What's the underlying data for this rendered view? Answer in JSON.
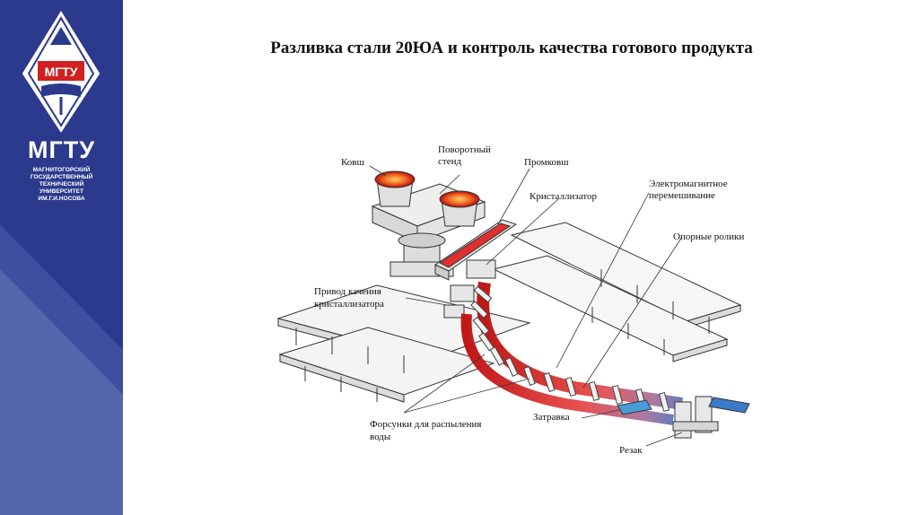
{
  "slide": {
    "title": "Разливка стали 20ЮА и контроль качества готового продукта"
  },
  "sidebar": {
    "abbreviation": "МГТУ",
    "emblem_text": "МГТУ",
    "university_name": [
      "МАГНИТОГОРСКИЙ",
      "ГОСУДАРСТВЕННЫЙ",
      "ТЕХНИЧЕСКИЙ",
      "УНИВЕРСИТЕТ",
      "ИМ.Г.И.НОСОВА"
    ],
    "colors": {
      "background": "#2b3a8c",
      "band": "#5566ad",
      "emblem_red": "#d02020"
    }
  },
  "diagram": {
    "labels": {
      "ladle": "Ковш",
      "turret_1": "Поворотный",
      "turret_2": "стенд",
      "tundish": "Промковш",
      "mold": "Кристаллизатор",
      "ems_1": "Электромагнитное",
      "ems_2": "перемешивание",
      "rollers": "Опорные ролики",
      "osc_1": "Привод качения",
      "osc_2": "кристаллизатора",
      "sprays_1": "Форсунки для распыления",
      "sprays_2": "воды",
      "dummy_bar": "Затравка",
      "cutter": "Резак"
    }
  }
}
